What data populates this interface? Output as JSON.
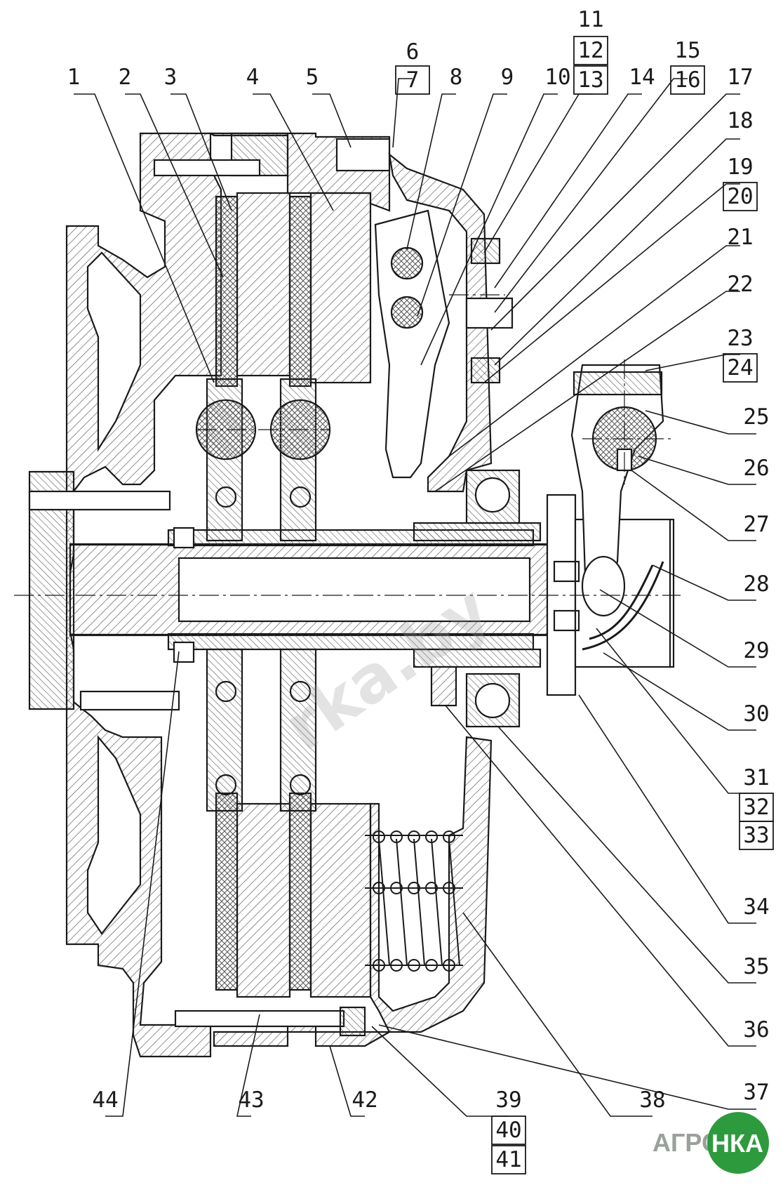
{
  "callouts": [
    {
      "n": "1"
    },
    {
      "n": "2"
    },
    {
      "n": "3"
    },
    {
      "n": "4"
    },
    {
      "n": "5"
    },
    {
      "n": "6"
    },
    {
      "n": "7"
    },
    {
      "n": "8"
    },
    {
      "n": "9"
    },
    {
      "n": "10"
    },
    {
      "n": "11"
    },
    {
      "n": "12"
    },
    {
      "n": "13"
    },
    {
      "n": "14"
    },
    {
      "n": "15"
    },
    {
      "n": "16"
    },
    {
      "n": "17"
    },
    {
      "n": "18"
    },
    {
      "n": "19"
    },
    {
      "n": "20"
    },
    {
      "n": "21"
    },
    {
      "n": "22"
    },
    {
      "n": "23"
    },
    {
      "n": "24"
    },
    {
      "n": "25"
    },
    {
      "n": "26"
    },
    {
      "n": "27"
    },
    {
      "n": "28"
    },
    {
      "n": "29"
    },
    {
      "n": "30"
    },
    {
      "n": "31"
    },
    {
      "n": "32"
    },
    {
      "n": "33"
    },
    {
      "n": "34"
    },
    {
      "n": "35"
    },
    {
      "n": "36"
    },
    {
      "n": "37"
    },
    {
      "n": "38"
    },
    {
      "n": "39"
    },
    {
      "n": "40"
    },
    {
      "n": "41"
    },
    {
      "n": "42"
    },
    {
      "n": "43"
    },
    {
      "n": "44"
    }
  ],
  "watermark": "rka.by",
  "logo": {
    "part1": "АГРО",
    "part2": "НКА"
  },
  "colors": {
    "line": "#1a1a1a",
    "hatch": "#555555",
    "logo_green": "#2e9a3e",
    "logo_gray": "#9aa09a"
  }
}
